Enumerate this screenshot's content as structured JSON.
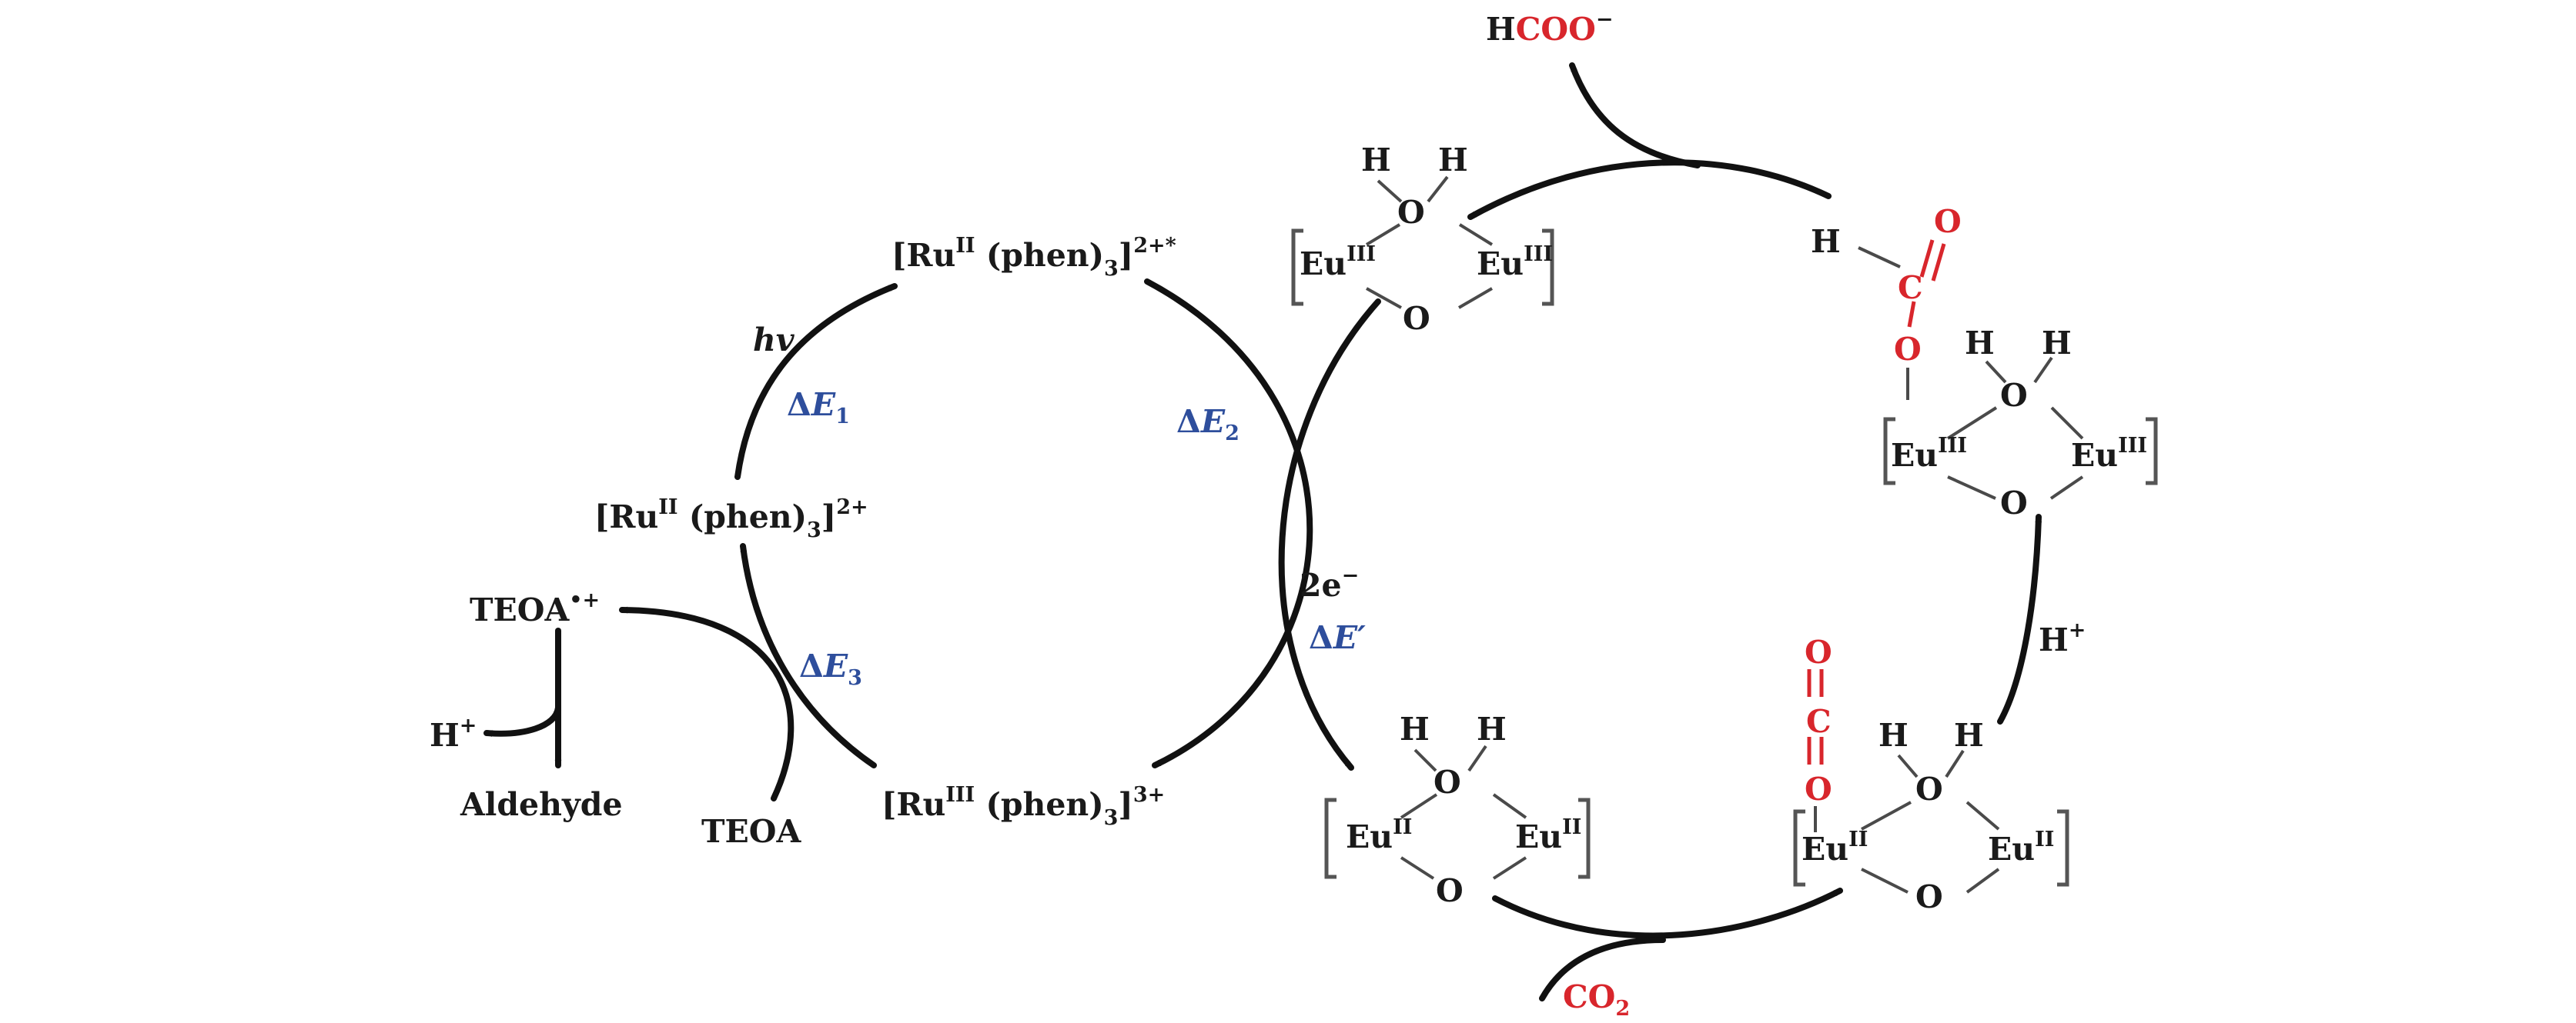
{
  "ru": {
    "excited": {
      "pre": "[Ru",
      "ox": "II",
      "mid": " (phen)",
      "sub": "3",
      "post": "]",
      "charge": "2+*"
    },
    "ground": {
      "pre": "[Ru",
      "ox": "II",
      "mid": " (phen)",
      "sub": "3",
      "post": "]",
      "charge": "2+"
    },
    "oxidized": {
      "pre": "[Ru",
      "ox": "III",
      "mid": " (phen)",
      "sub": "3",
      "post": "]",
      "charge": "3+"
    }
  },
  "labels": {
    "hv": "hv",
    "de1": {
      "delta": "Δ",
      "e": "E",
      "sub": "1"
    },
    "de2": {
      "delta": "Δ",
      "e": "E",
      "sub": "2"
    },
    "de3": {
      "delta": "Δ",
      "e": "E",
      "sub": "3"
    },
    "deprime": {
      "delta": "Δ",
      "e": "E′"
    },
    "two_e": {
      "base": "2e",
      "sup": "−"
    },
    "hplus_right": {
      "base": "H",
      "sup": "+"
    },
    "teoa": "TEOA",
    "teoa_rad": {
      "base": "TEOA",
      "sup": "•+"
    },
    "hplus_left": {
      "base": "H",
      "sup": "+"
    },
    "aldehyde": "Aldehyde",
    "co2": {
      "base": "CO",
      "sub": "2"
    },
    "hcoo": {
      "h": "H",
      "coo": "COO",
      "sup": "−"
    }
  },
  "atoms": {
    "H": "H",
    "O": "O",
    "C": "C",
    "Eu": "Eu",
    "euIII": "III",
    "euII": "II"
  }
}
